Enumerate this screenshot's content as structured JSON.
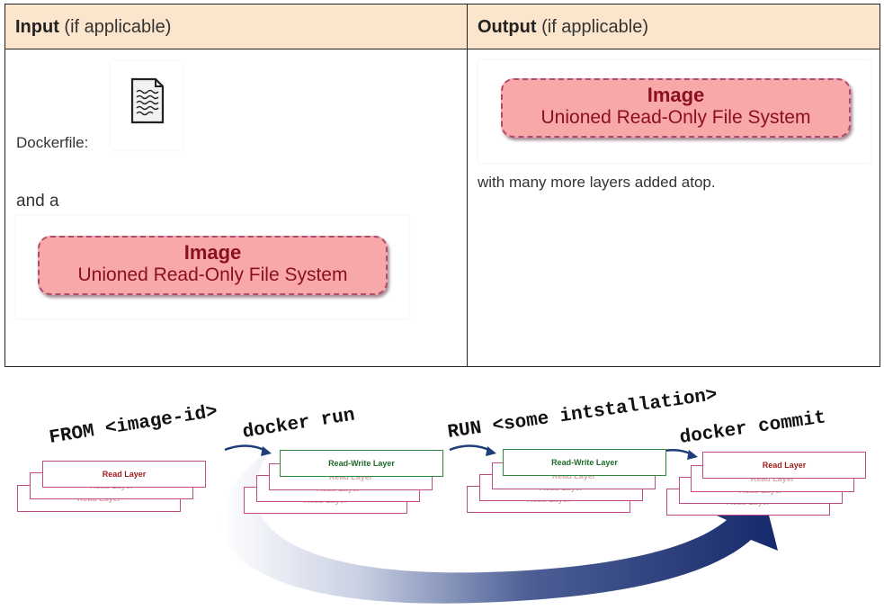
{
  "table": {
    "input_header": {
      "bold": "Input",
      "rest": " (if applicable)"
    },
    "output_header": {
      "bold": "Output",
      "rest": " (if applicable)"
    },
    "dockerfile_label": "Dockerfile:",
    "dockerfile_icon": "document-icon",
    "and_a": "and a",
    "output_note": "with many more layers added atop.",
    "image_box": {
      "title": "Image",
      "subtitle": "Unioned Read-Only File System"
    }
  },
  "diagram": {
    "cmd_from": "FROM <image-id>",
    "cmd_run": "docker run",
    "cmd_run_install": "RUN <some intstallation>",
    "cmd_commit": "docker commit",
    "read_layer": "Read Layer",
    "read_write_layer": "Read-Write Layer"
  },
  "colors": {
    "header_bg": "#fbe5cc",
    "image_fill": "#f9a8aa",
    "image_border": "#b04a6e",
    "read_layer_border": "#c14b85",
    "rw_layer_border": "#2e8b3c",
    "cycle_arrow": "#1d2f6b"
  }
}
